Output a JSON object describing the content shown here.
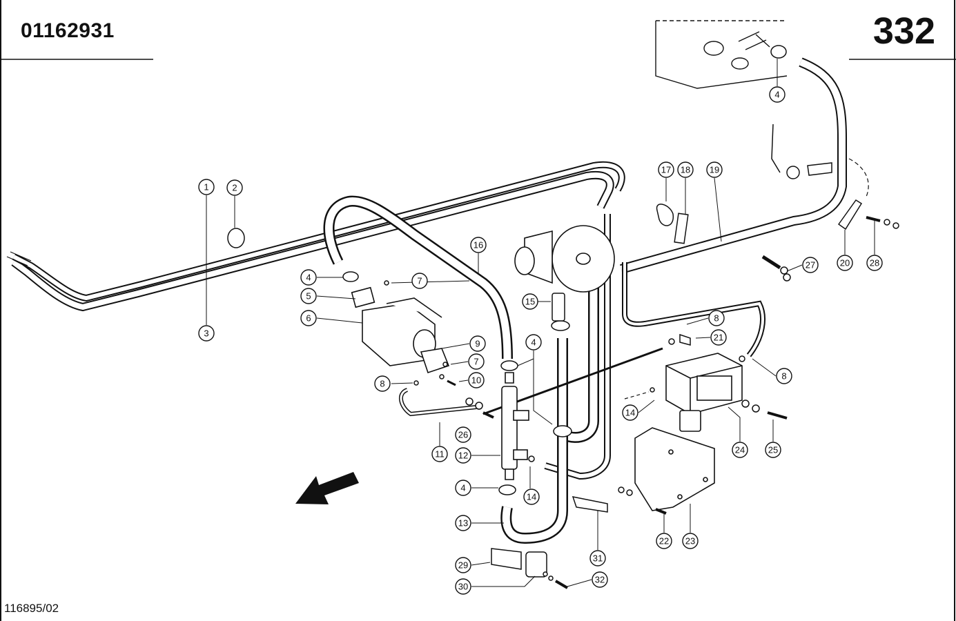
{
  "header": {
    "part_number": "01162931",
    "page_number": "332"
  },
  "footer": {
    "drawing_ref": "116895/02"
  },
  "callouts": [
    "1",
    "2",
    "3",
    "4",
    "5",
    "6",
    "7",
    "8",
    "9",
    "10",
    "11",
    "12",
    "13",
    "14",
    "15",
    "16",
    "17",
    "18",
    "19",
    "20",
    "21",
    "22",
    "23",
    "24",
    "25",
    "26",
    "27",
    "28",
    "29",
    "30",
    "31",
    "32"
  ],
  "icons": {
    "direction": "arrow-icon"
  }
}
